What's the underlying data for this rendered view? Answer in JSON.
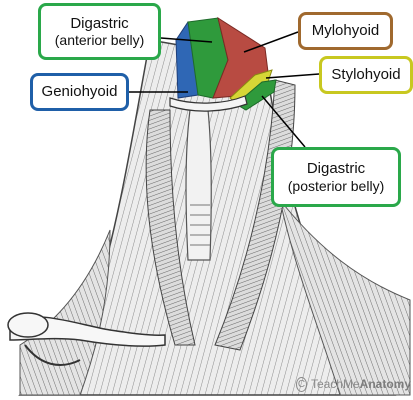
{
  "labels": {
    "digastric_anterior": {
      "line1": "Digastric",
      "line2": "(anterior belly)",
      "color": "#2aa84a"
    },
    "mylohyoid": {
      "text": "Mylohyoid",
      "color": "#a0692e"
    },
    "stylohyoid": {
      "text": "Stylohyoid",
      "color": "#c8c820"
    },
    "geniohyoid": {
      "text": "Geniohyoid",
      "color": "#1f5fa8"
    },
    "digastric_posterior": {
      "line1": "Digastric",
      "line2": "(posterior belly)",
      "color": "#2aa84a"
    }
  },
  "muscle_colors": {
    "digastric": "#2f9a3c",
    "mylohyoid": "#b84b42",
    "geniohyoid": "#2f67b5",
    "stylohyoid": "#d6d636",
    "hyoid": "#f4f4f4"
  },
  "watermark": {
    "prefix": "Teach",
    "mid": "Me",
    "suffix": "Anatomy"
  }
}
